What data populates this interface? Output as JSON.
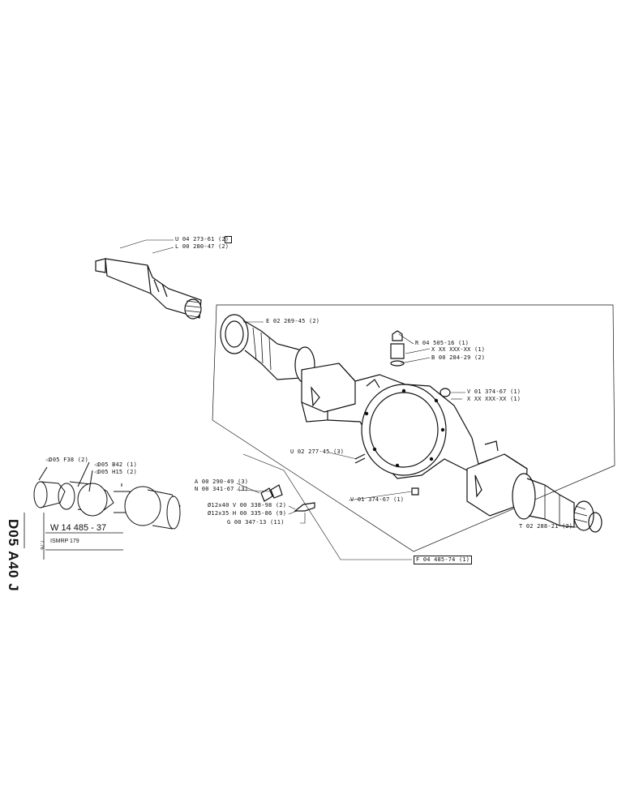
{
  "callouts": {
    "shaft_ring": "U 04 273-61 (2)",
    "shaft": "L 00 280-47 (2)",
    "left_seal": "E 02 269-45 (2)",
    "breather": "R 04 505-16 (1)",
    "breather_washer": "X XX XXX-XX (1)",
    "breather_nut": "B 00 284-29 (2)",
    "plug_top": "V 01 374-67 (1)",
    "plug_top_washer": "X XX XXX-XX (1)",
    "stud": "U 02 277-45 (3)",
    "nut_a": "A 00 290-49 (3)",
    "nut_n": "N 00 341-67 (3)",
    "plug_bottom": "V 01 374-67 (1)",
    "bolt_v": "Ø12x40 V 00 338-98 (2)",
    "bolt_h": "Ø12x35 H 00 335-86 (9)",
    "bolt_g": "G 00 347-13 (11)",
    "housing": "F 04 485-74 (1)",
    "right_seal": "T 02 288-21 (2)"
  },
  "overview": {
    "ref_f": "D05 F38 (2)",
    "ref_b": "D05 B42 (1)",
    "ref_h": "D05 H15 (2)"
  },
  "sheet": {
    "side_code": "D05 A40 J",
    "date": "7.76",
    "drawing_number": "W 14 485 - 37",
    "title": "ISMRP 179"
  }
}
